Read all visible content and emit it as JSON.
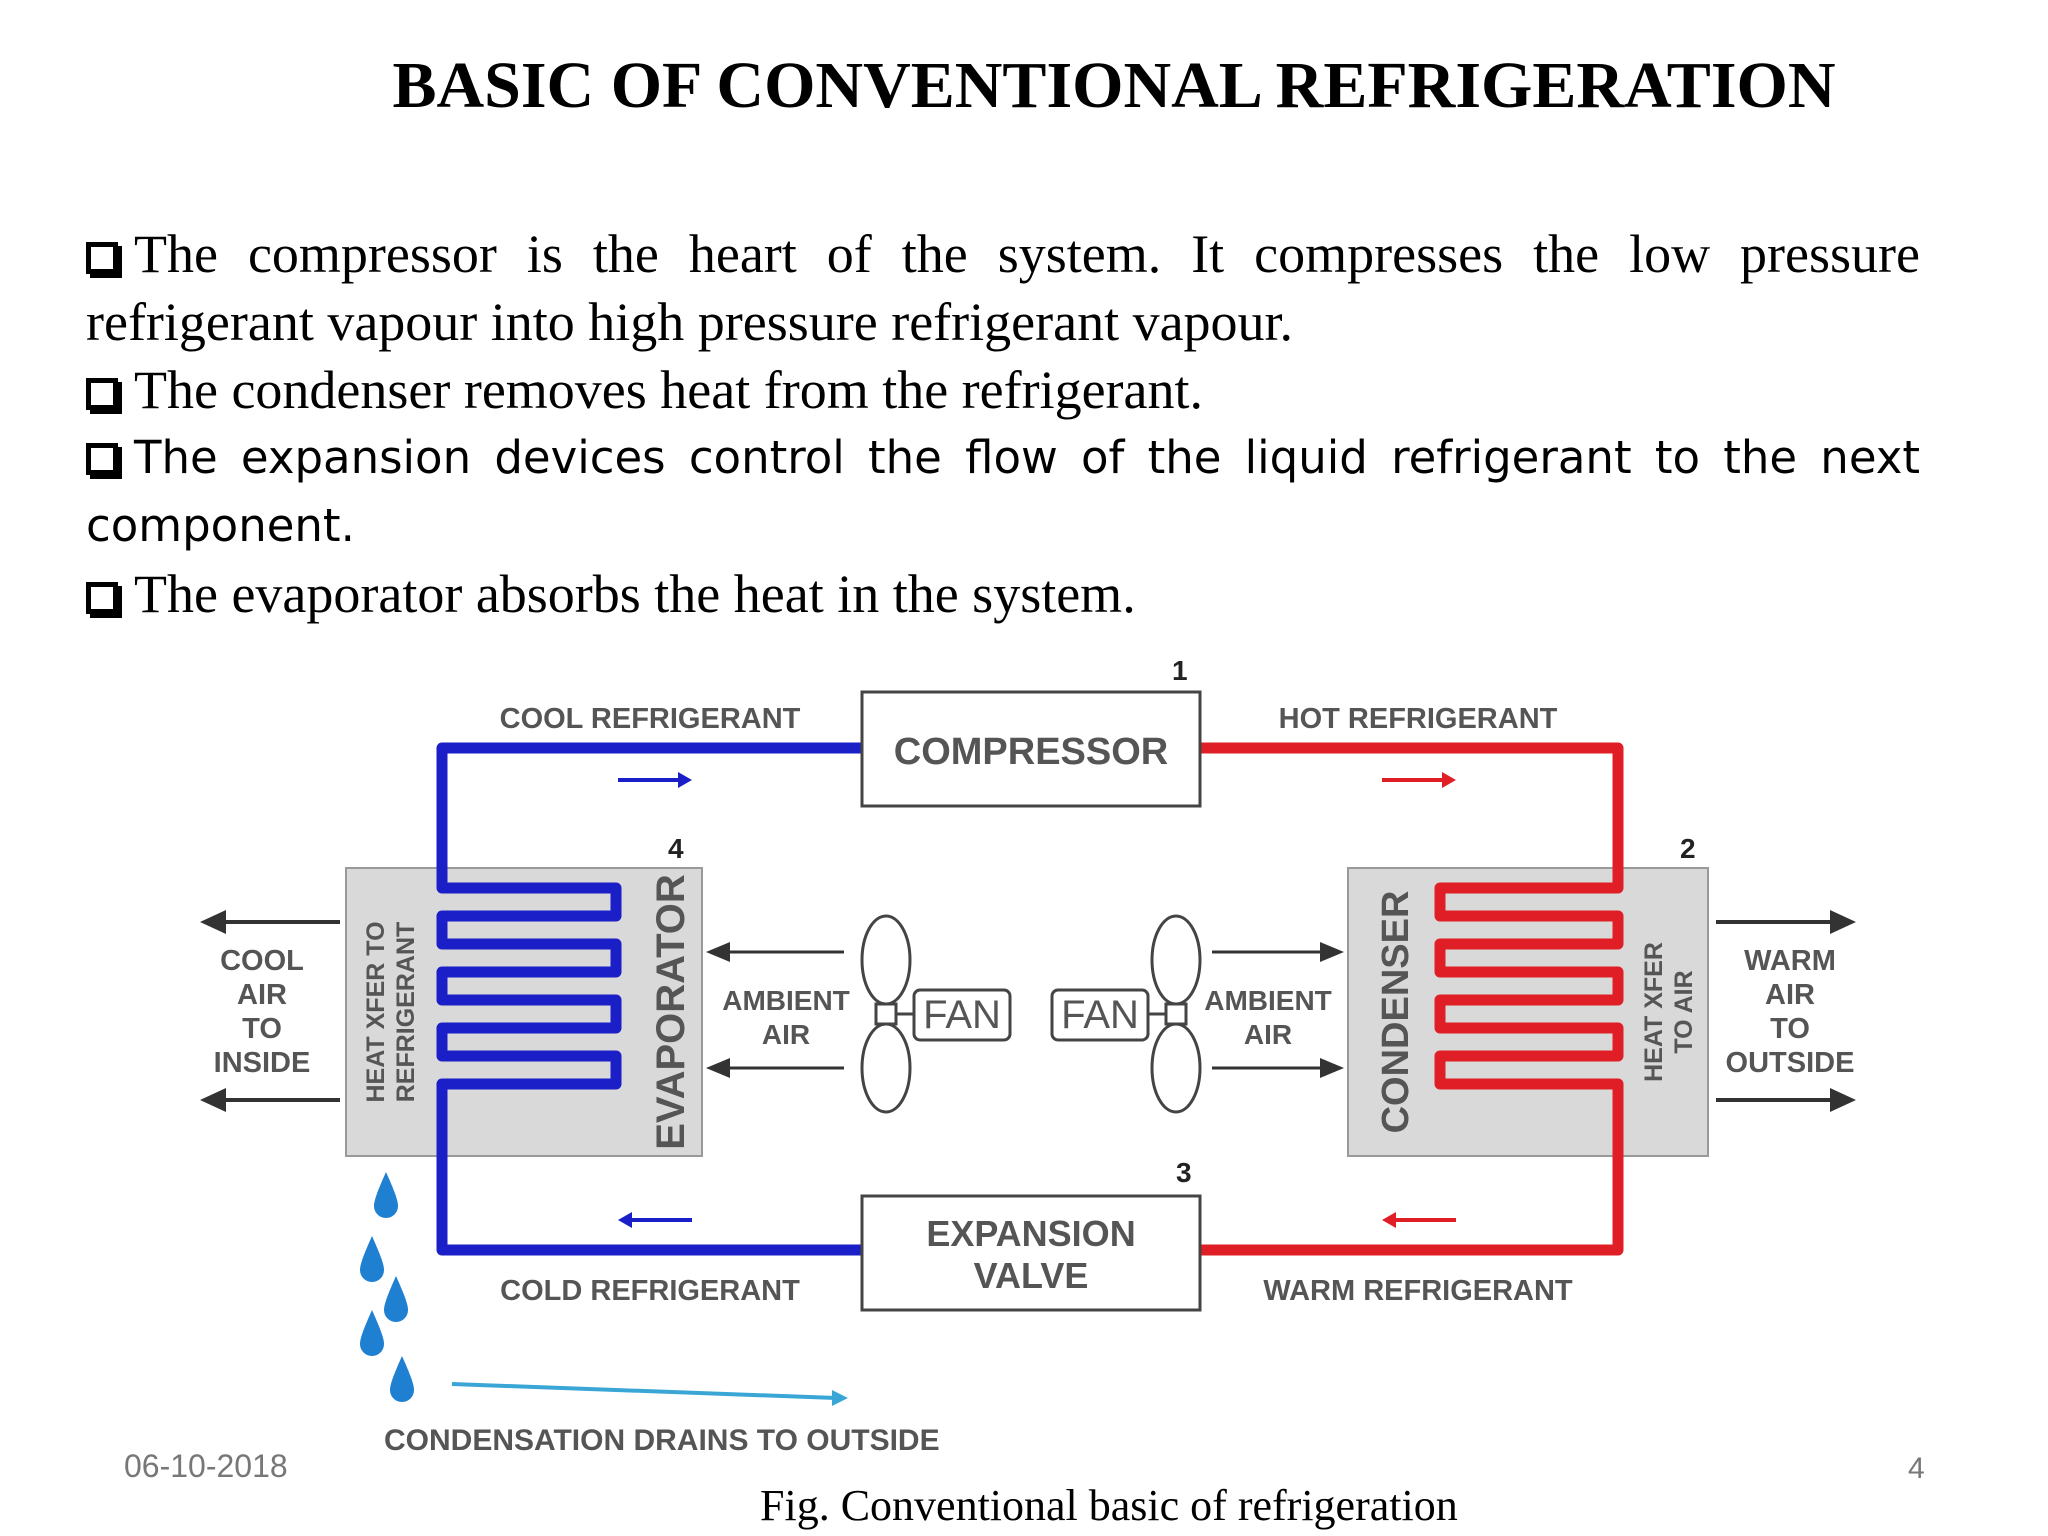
{
  "slide": {
    "title": "BASIC OF CONVENTIONAL REFRIGERATION",
    "bullets": [
      "The compressor is the heart of the system. It compresses the low pressure refrigerant vapour into high pressure refrigerant vapour.",
      "The condenser removes heat from the refrigerant.",
      "The expansion devices control the flow of the liquid refrigerant to the next component.",
      "The evaporator absorbs the heat in the system."
    ],
    "footer_date": "06-10-2018",
    "page_number": "4",
    "caption": "Fig. Conventional basic of refrigeration"
  },
  "diagram": {
    "compressor": {
      "label": "COMPRESSOR",
      "number": "1"
    },
    "condenser": {
      "label": "CONDENSER",
      "number": "2",
      "side_label": [
        "HEAT XFER",
        "TO AIR"
      ]
    },
    "expansion_valve": {
      "label": [
        "EXPANSION",
        "VALVE"
      ],
      "number": "3"
    },
    "evaporator": {
      "label": "EVAPORATOR",
      "number": "4",
      "side_label": [
        "HEAT XFER TO",
        "REFRIGERANT"
      ]
    },
    "pipes": {
      "cool": "COOL REFRIGERANT",
      "hot": "HOT REFRIGERANT",
      "cold": "COLD REFRIGERANT",
      "warm": "WARM REFRIGERANT"
    },
    "fan_label": "FAN",
    "ambient_air": [
      "AMBIENT",
      "AIR"
    ],
    "cool_air": [
      "COOL",
      "AIR",
      "TO",
      "INSIDE"
    ],
    "warm_air": [
      "WARM",
      "AIR",
      "TO",
      "OUTSIDE"
    ],
    "condensation": "CONDENSATION DRAINS TO OUTSIDE",
    "colors": {
      "cold": "#1a1fc8",
      "hot": "#e01e25",
      "label": "#555555",
      "drops": "#1f7fd0",
      "drain_arrow": "#39a6d6"
    }
  }
}
